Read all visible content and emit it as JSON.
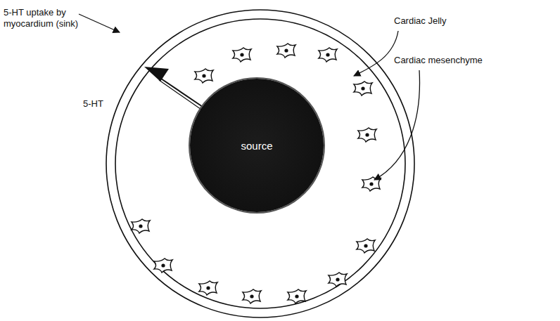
{
  "diagram": {
    "nodes": [
      {
        "text": [
          "source"
        ]
      }
    ],
    "labels": [
      "5-HT uptake by myocardium (sink)",
      "Cardiac Jelly",
      "Cardiac mesenchyme",
      "5-HT"
    ]
  }
}
